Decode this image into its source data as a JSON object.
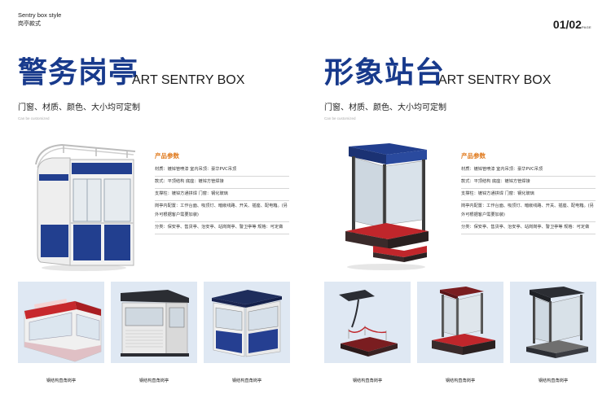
{
  "header": {
    "en": "Sentry box style",
    "cn": "岗亭款式",
    "page_num": "01/02",
    "page_label": "PAGE"
  },
  "left": {
    "title_cn": "警务岗亭",
    "title_en": "ART SENTRY BOX",
    "subtitle": "门窗、材质、颜色、大小均可定制",
    "note": "Can be customized",
    "params_title": "产品参数",
    "params": [
      "材质：镀锌管喷漆      室内吊顶：豪华PVC吊顶",
      "款式：平顶结构          底座：镀锌方管焊接",
      "支撑柱：镀锌方通拼焊      门窗：钢化玻璃",
      "岗亭内配置：工作台面、吸顶灯、暗嵌线路、开关、插座、配电箱。(另外可根据客户需要加装)",
      "分类：保安亭、售货亭、治安亭、站岗岗亭、警卫亭等  规格：可定做"
    ],
    "thumbs": [
      {
        "caption": "钢结构直角岗亭"
      },
      {
        "caption": "钢结构直角岗亭"
      },
      {
        "caption": "钢结构直角岗亭"
      }
    ]
  },
  "right": {
    "title_cn": "形象站台",
    "title_en": "ART SENTRY BOX",
    "subtitle": "门窗、材质、颜色、大小均可定制",
    "note": "Can be customized",
    "params_title": "产品参数",
    "params": [
      "材质：镀锌管喷漆      室内吊顶：豪华PVC吊顶",
      "款式：平顶结构          底座：镀锌方管焊接",
      "支撑柱：镀锌方通拼焊      门窗：钢化玻璃",
      "岗亭内配置：工作台面、吸顶灯、暗嵌线路、开关、插座、配电箱。(另外可根据客户需要加装)",
      "分类：保安亭、售货亭、治安亭、站岗岗亭、警卫亭等  规格：可定做"
    ],
    "thumbs": [
      {
        "caption": "钢结构直角岗亭"
      },
      {
        "caption": "钢结构直角岗亭"
      },
      {
        "caption": "钢结构直角岗亭"
      }
    ]
  },
  "colors": {
    "title_blue": "#183a8c",
    "params_orange": "#e07b1f",
    "thumb_bg": "#dfe8f3",
    "booth_blue": "#223f8f",
    "platform_red": "#c0262b"
  }
}
